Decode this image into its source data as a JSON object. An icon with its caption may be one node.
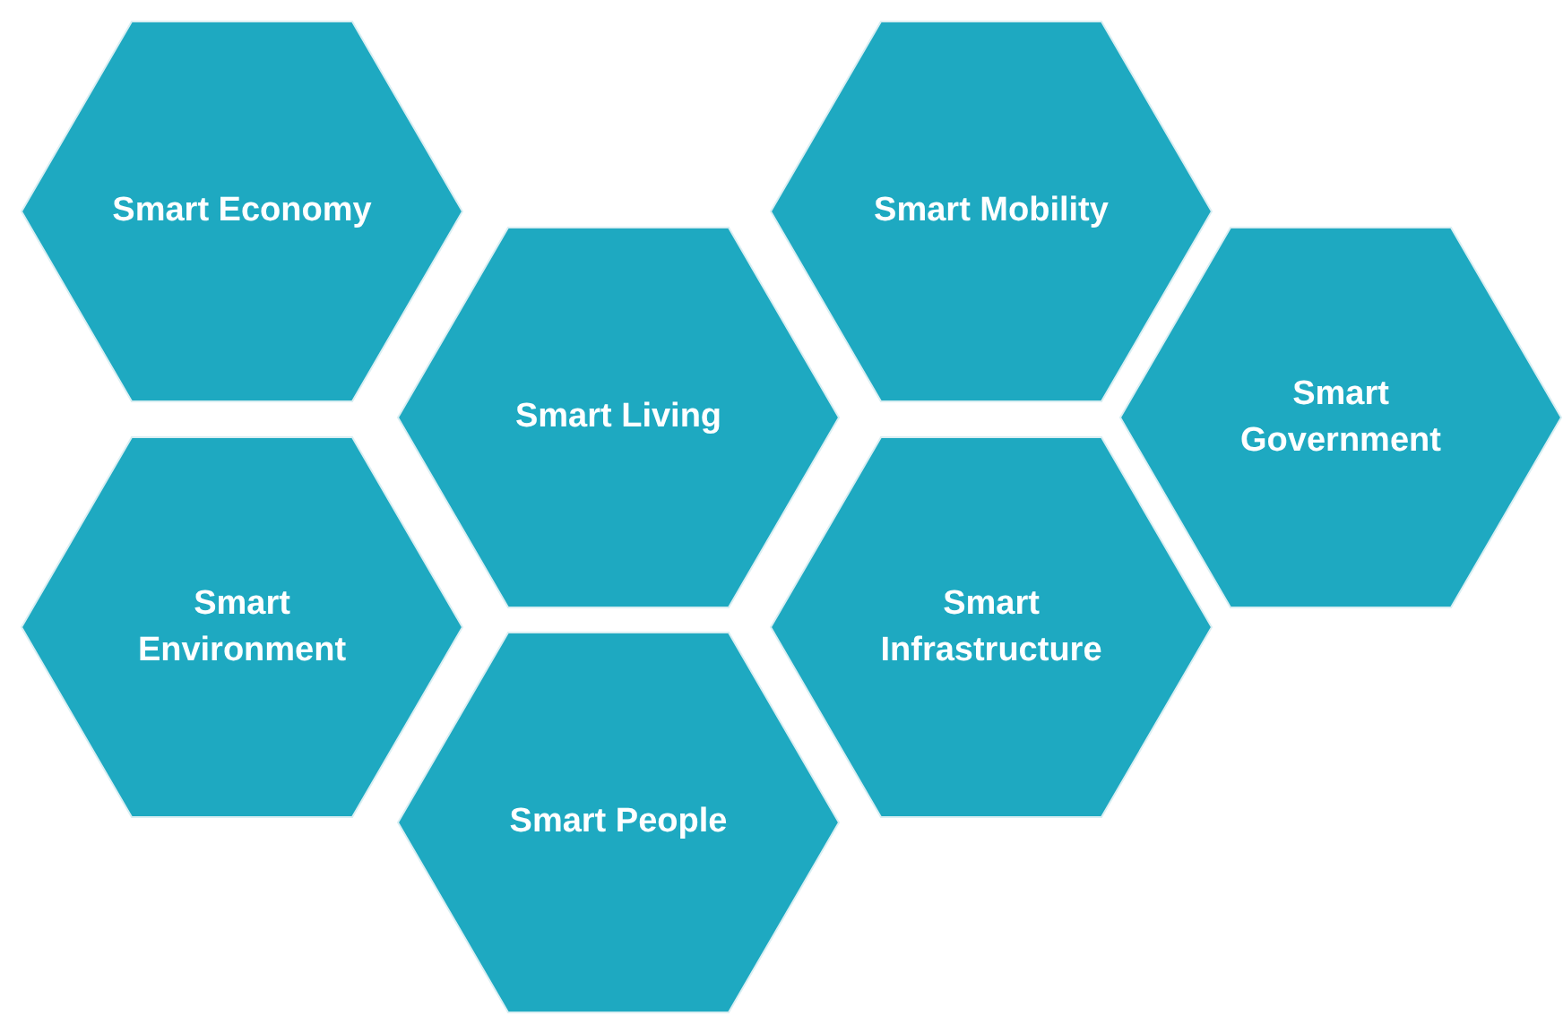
{
  "diagram": {
    "nodes": [
      {
        "text": [
          "Smart Economy"
        ]
      },
      {
        "text": [
          "Smart Mobility"
        ]
      },
      {
        "text": [
          "Smart Living"
        ]
      },
      {
        "text": [
          "Smart Government"
        ]
      },
      {
        "text": [
          "Smart Environment"
        ]
      },
      {
        "text": [
          "Smart Infrastructure"
        ]
      },
      {
        "text": [
          "Smart People"
        ]
      }
    ]
  }
}
